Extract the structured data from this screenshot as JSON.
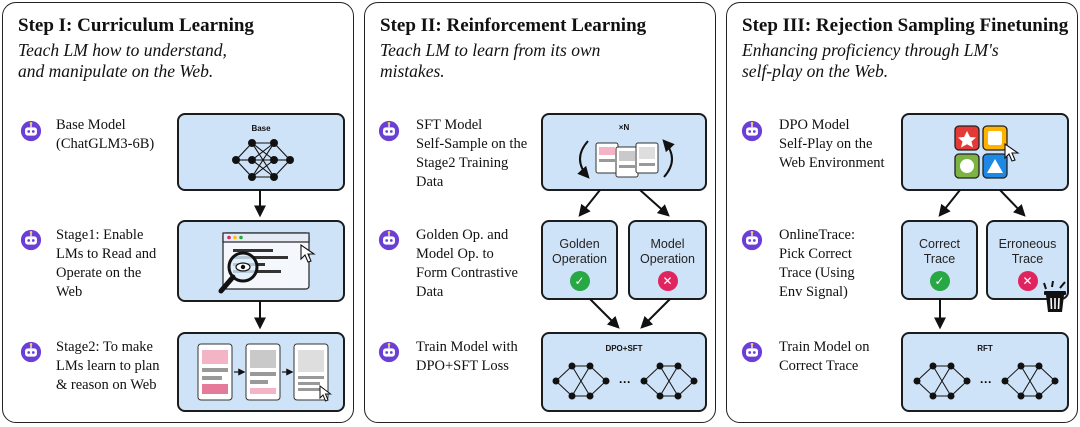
{
  "steps": [
    {
      "title": "Step I: Curriculum Learning",
      "subtitle": [
        "Teach LM how to understand,",
        "and manipulate on the Web."
      ],
      "rows": [
        {
          "lines": [
            "Base Model",
            "(ChatGLM3-6B)"
          ]
        },
        {
          "lines": [
            "Stage1: Enable",
            "LMs to Read and",
            "Operate on the",
            "Web"
          ]
        },
        {
          "lines": [
            "Stage2: To make",
            "LMs learn to plan",
            "& reason on Web"
          ]
        }
      ],
      "box_label": "Base"
    },
    {
      "title": "Step II: Reinforcement Learning",
      "subtitle": [
        "Teach LM to learn from its own",
        "mistakes."
      ],
      "rows": [
        {
          "lines": [
            "SFT Model",
            "Self-Sample on the",
            "Stage2 Training",
            "Data"
          ]
        },
        {
          "lines": [
            "Golden Op. and",
            "Model Op. to",
            "Form Contrastive",
            "Data"
          ]
        },
        {
          "lines": [
            "Train Model with",
            "DPO+SFT Loss"
          ]
        }
      ],
      "repeat_label": "×N",
      "golden_label": [
        "Golden",
        "Operation"
      ],
      "model_label": [
        "Model",
        "Operation"
      ],
      "box_label": "DPO+SFT"
    },
    {
      "title": "Step III: Rejection Sampling Finetuning",
      "subtitle": [
        "Enhancing proficiency through LM's",
        "self-play on the Web."
      ],
      "rows": [
        {
          "lines": [
            "DPO Model",
            "Self-Play on the",
            "Web Environment"
          ]
        },
        {
          "lines": [
            "OnlineTrace:",
            "Pick Correct",
            "Trace (Using",
            "Env Signal)"
          ]
        },
        {
          "lines": [
            "Train Model on",
            "Correct Trace"
          ]
        }
      ],
      "correct_label": [
        "Correct",
        "Trace"
      ],
      "erroneous_label": [
        "Erroneous",
        "Trace"
      ],
      "box_label": "RFT"
    }
  ],
  "symbols": {
    "check": "✓",
    "cross": "✕",
    "ellipsis": "···"
  },
  "colors": {
    "box_fill": "#cfe3f8",
    "bot_purple": "#6a3fd6",
    "check_green": "#28a745",
    "cross_red": "#e0245e"
  }
}
